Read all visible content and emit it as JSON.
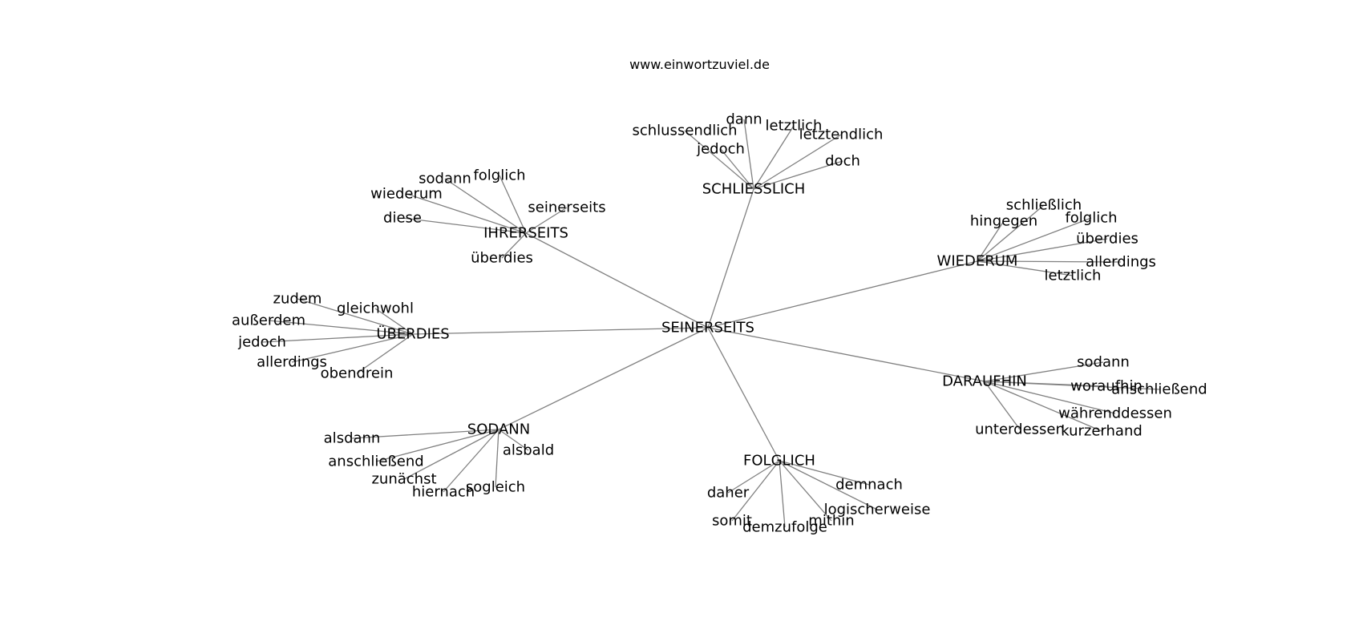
{
  "header": {
    "site": "www.einwortzuviel.de"
  },
  "graph": {
    "root": "SEINERSEITS",
    "hubs": [
      {
        "label": "SCHLIESSLICH",
        "leaves": [
          "schlussendlich",
          "dann",
          "letztlich",
          "letztendlich",
          "jedoch",
          "doch"
        ]
      },
      {
        "label": "IHRERSEITS",
        "leaves": [
          "sodann",
          "folglich",
          "wiederum",
          "seinerseits",
          "diese",
          "überdies"
        ]
      },
      {
        "label": "WIEDERUM",
        "leaves": [
          "schließlich",
          "hingegen",
          "folglich",
          "überdies",
          "allerdings",
          "letztlich"
        ]
      },
      {
        "label": "ÜBERDIES",
        "leaves": [
          "zudem",
          "gleichwohl",
          "außerdem",
          "jedoch",
          "allerdings",
          "obendrein"
        ]
      },
      {
        "label": "DARAUFHIN",
        "leaves": [
          "sodann",
          "woraufhin",
          "anschließend",
          "währenddessen",
          "unterdessen",
          "kurzerhand"
        ]
      },
      {
        "label": "SODANN",
        "leaves": [
          "alsdann",
          "alsbald",
          "anschließend",
          "zunächst",
          "hiernach",
          "sogleich"
        ]
      },
      {
        "label": "FOLGLICH",
        "leaves": [
          "demnach",
          "daher",
          "logischerweise",
          "somit",
          "mithin",
          "demzufolge"
        ]
      }
    ]
  }
}
